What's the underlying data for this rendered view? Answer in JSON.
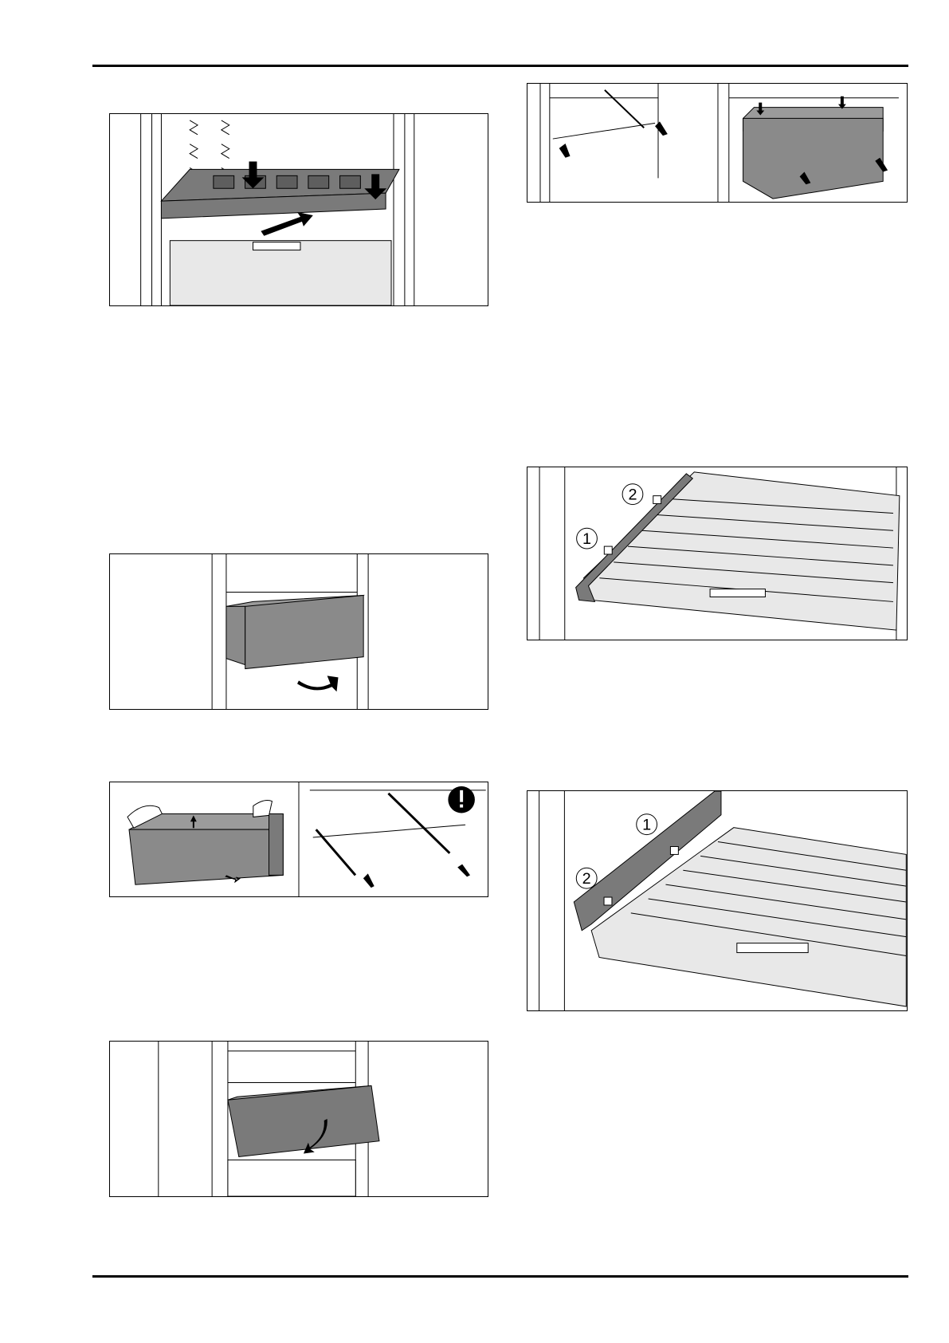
{
  "colors": {
    "rule": "#000000",
    "part_dark": "#7a7a7a",
    "part_mid": "#9b9b9b",
    "surface_light": "#e8e8e8",
    "line": "#000000"
  },
  "figures": [
    {
      "id": "shelf-insert",
      "description_icon": "arrow-icon"
    },
    {
      "id": "drawer-removal",
      "description_icon": "arrow-icon"
    },
    {
      "id": "drawer-lift-out",
      "description_icon": "warning-icon"
    },
    {
      "id": "drawer-insert",
      "description_icon": "arrow-icon"
    },
    {
      "id": "drawer-rails-insert",
      "description_icon": "arrow-icon"
    },
    {
      "id": "shelf-front-callouts-a",
      "callouts": [
        "1",
        "2"
      ]
    },
    {
      "id": "shelf-front-callouts-b",
      "callouts": [
        "1",
        "2"
      ]
    }
  ],
  "callouts_a": {
    "one": "1",
    "two": "2"
  },
  "callouts_b": {
    "one": "1",
    "two": "2"
  }
}
